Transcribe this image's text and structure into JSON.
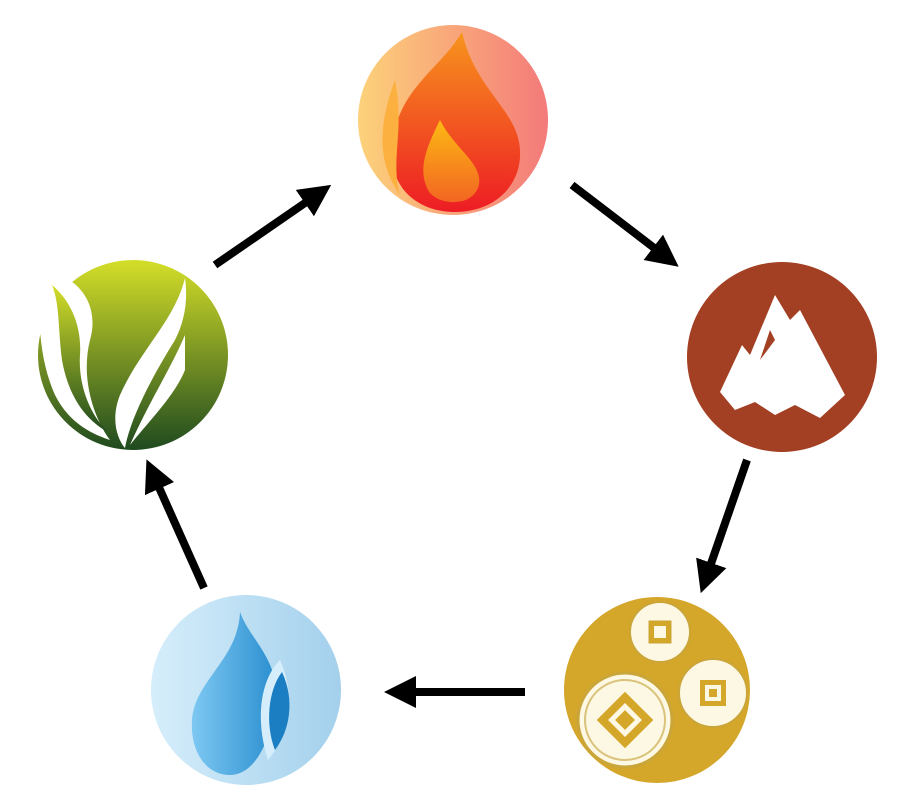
{
  "diagram": {
    "type": "cycle",
    "nodes": [
      {
        "id": "fire",
        "icon": "flame-icon",
        "colors": [
          "#fcd27a",
          "#f47a7a",
          "#f15a24",
          "#fbb040"
        ]
      },
      {
        "id": "earth",
        "icon": "mountain-icon",
        "colors": [
          "#a33f22",
          "#ffffff"
        ]
      },
      {
        "id": "metal",
        "icon": "coins-icon",
        "colors": [
          "#d4a62a",
          "#fdf8e4",
          "#c49a22"
        ]
      },
      {
        "id": "water",
        "icon": "water-drop-icon",
        "colors": [
          "#d3ecfa",
          "#a7d3ef",
          "#3aa0e0",
          "#1b7ec2"
        ]
      },
      {
        "id": "wood",
        "icon": "leaf-icon",
        "colors": [
          "#d4de28",
          "#1f4a1f",
          "#ffffff"
        ]
      }
    ],
    "edges": [
      {
        "from": "wood",
        "to": "fire"
      },
      {
        "from": "fire",
        "to": "earth"
      },
      {
        "from": "earth",
        "to": "metal"
      },
      {
        "from": "metal",
        "to": "water"
      },
      {
        "from": "water",
        "to": "wood"
      }
    ],
    "arrow_color": "#000000"
  }
}
